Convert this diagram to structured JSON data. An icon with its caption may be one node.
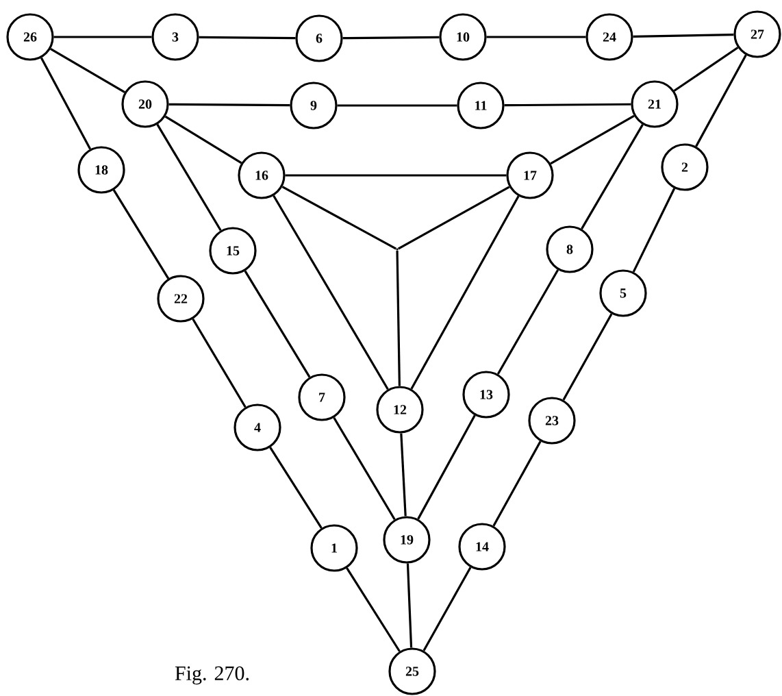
{
  "diagram": {
    "nodes": [
      {
        "text": [
          "26"
        ]
      },
      {
        "text": [
          "3"
        ]
      },
      {
        "text": [
          "6"
        ]
      },
      {
        "text": [
          "10"
        ]
      },
      {
        "text": [
          "24"
        ]
      },
      {
        "text": [
          "27"
        ]
      },
      {
        "text": [
          "20"
        ]
      },
      {
        "text": [
          "9"
        ]
      },
      {
        "text": [
          "11"
        ]
      },
      {
        "text": [
          "21"
        ]
      },
      {
        "text": [
          "18"
        ]
      },
      {
        "text": [
          "16"
        ]
      },
      {
        "text": [
          "17"
        ]
      },
      {
        "text": [
          "2"
        ]
      },
      {
        "text": [
          "15"
        ]
      },
      {
        "text": [
          "8"
        ]
      },
      {
        "text": [
          "22"
        ]
      },
      {
        "text": [
          "5"
        ]
      },
      {
        "text": [
          "7"
        ]
      },
      {
        "text": [
          "12"
        ]
      },
      {
        "text": [
          "13"
        ]
      },
      {
        "text": [
          "4"
        ]
      },
      {
        "text": [
          "23"
        ]
      },
      {
        "text": [
          "1"
        ]
      },
      {
        "text": [
          "19"
        ]
      },
      {
        "text": [
          "14"
        ]
      },
      {
        "text": [
          "25"
        ]
      },
      {
        "text": [],
        "shape": "point"
      }
    ],
    "edges": [
      {
        "from": 0,
        "to": 1,
        "arrow": "none"
      },
      {
        "from": 1,
        "to": 2,
        "arrow": "none"
      },
      {
        "from": 2,
        "to": 3,
        "arrow": "none"
      },
      {
        "from": 3,
        "to": 4,
        "arrow": "none"
      },
      {
        "from": 4,
        "to": 5,
        "arrow": "none"
      },
      {
        "from": 6,
        "to": 7,
        "arrow": "none"
      },
      {
        "from": 7,
        "to": 8,
        "arrow": "none"
      },
      {
        "from": 8,
        "to": 9,
        "arrow": "none"
      },
      {
        "from": 11,
        "to": 12,
        "arrow": "none"
      },
      {
        "from": 0,
        "to": 6,
        "arrow": "none"
      },
      {
        "from": 6,
        "to": 11,
        "arrow": "none"
      },
      {
        "from": 5,
        "to": 9,
        "arrow": "none"
      },
      {
        "from": 9,
        "to": 12,
        "arrow": "none"
      },
      {
        "from": 0,
        "to": 10,
        "arrow": "none"
      },
      {
        "from": 10,
        "to": 16,
        "arrow": "none"
      },
      {
        "from": 16,
        "to": 21,
        "arrow": "none"
      },
      {
        "from": 21,
        "to": 23,
        "arrow": "none"
      },
      {
        "from": 23,
        "to": 26,
        "arrow": "none"
      },
      {
        "from": 6,
        "to": 14,
        "arrow": "none"
      },
      {
        "from": 14,
        "to": 18,
        "arrow": "none"
      },
      {
        "from": 18,
        "to": 24,
        "arrow": "none"
      },
      {
        "from": 11,
        "to": 19,
        "arrow": "none"
      },
      {
        "from": 11,
        "to": 27,
        "arrow": "none"
      },
      {
        "from": 12,
        "to": 27,
        "arrow": "none"
      },
      {
        "from": 27,
        "to": 19,
        "arrow": "none"
      },
      {
        "from": 12,
        "to": 19,
        "arrow": "none"
      },
      {
        "from": 19,
        "to": 24,
        "arrow": "none"
      },
      {
        "from": 9,
        "to": 15,
        "arrow": "none"
      },
      {
        "from": 15,
        "to": 20,
        "arrow": "none"
      },
      {
        "from": 20,
        "to": 24,
        "arrow": "none"
      },
      {
        "from": 5,
        "to": 13,
        "arrow": "none"
      },
      {
        "from": 13,
        "to": 17,
        "arrow": "none"
      },
      {
        "from": 17,
        "to": 22,
        "arrow": "none"
      },
      {
        "from": 22,
        "to": 25,
        "arrow": "none"
      },
      {
        "from": 25,
        "to": 26,
        "arrow": "none"
      },
      {
        "from": 24,
        "to": 26,
        "arrow": "none"
      }
    ],
    "labels": [
      "Fig. 270."
    ]
  }
}
